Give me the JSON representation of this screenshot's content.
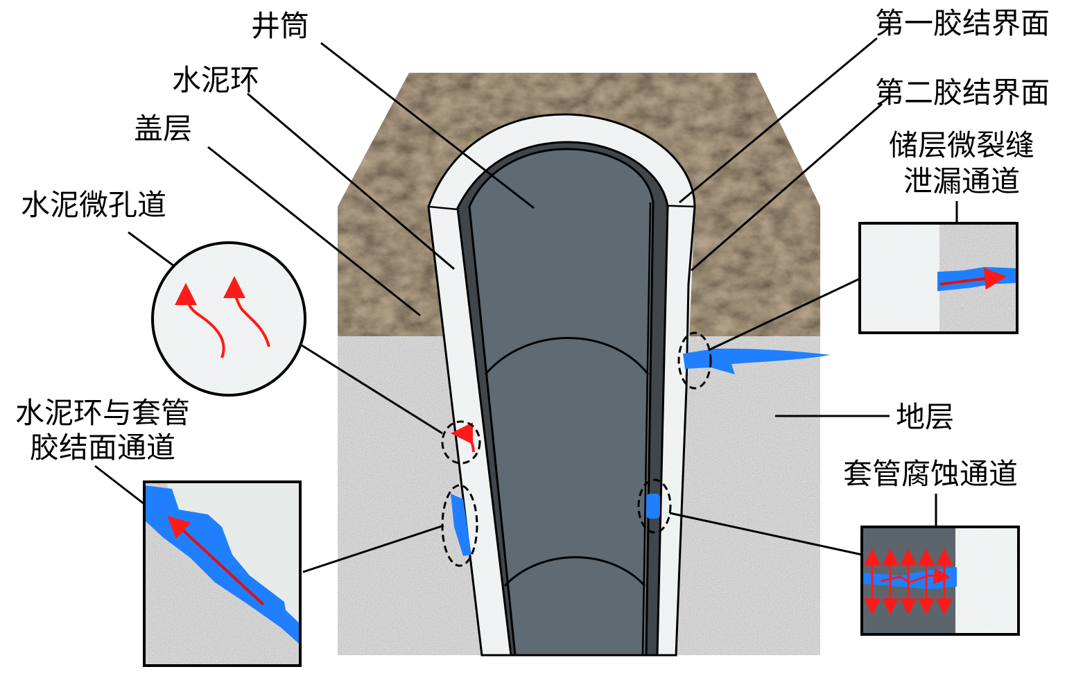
{
  "labels": {
    "wellbore": "井筒",
    "cement_sheath": "水泥环",
    "caprock": "盖层",
    "cement_micropore": "水泥微孔道",
    "cement_casing_line1": "水泥环与套管",
    "cement_casing_line2": "胶结面通道",
    "first_interface": "第一胶结界面",
    "second_interface": "第二胶结界面",
    "reservoir_line1": "储层微裂缝",
    "reservoir_line2": "泄漏通道",
    "formation": "地层",
    "casing_corrosion": "套管腐蚀通道"
  },
  "colors": {
    "caprock": "#4a3b2a",
    "formation": "#a6a3a4",
    "cement": "#e6ebea",
    "casing": "#3f464c",
    "well_interior": "#5f6a73",
    "leak_blue": "#1f7fff",
    "flow_red": "#ff1a1a",
    "line": "#000000"
  },
  "icons": [
    "zoom-circle-icon",
    "dashed-marker-icon",
    "flow-arrow-icon"
  ]
}
